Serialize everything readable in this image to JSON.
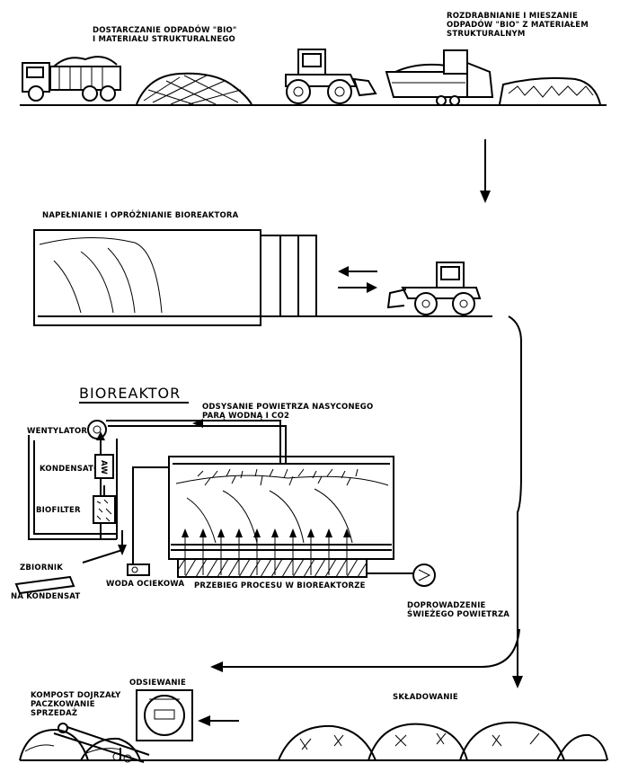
{
  "labels": {
    "delivery_l1": "DOSTARCZANIE ODPADÓW \"BIO\"",
    "delivery_l2": "I MATERIAŁU STRUKTURALNEGO",
    "shredding_l1": "ROZDRABNIANIE I MIESZANIE",
    "shredding_l2": "ODPADÓW \"BIO\" Z MATERIAŁEM",
    "shredding_l3": "STRUKTURALNYM",
    "filling": "NAPEŁNIANIE I OPRÓŻNIANIE BIOREAKTORA",
    "bioreactor_title": "BIOREAKTOR",
    "suction_l1": "ODSYSANIE POWIETRZA NASYCONEGO",
    "suction_l2": "PARĄ WODNĄ I CO2",
    "fan": "WENTYLATOR",
    "condenser": "KONDENSATOR",
    "biofilter": "BIOFILTER",
    "tank_l1": "ZBIORNIK",
    "tank_l2": "NA KONDENSAT",
    "leachate": "WODA OCIEKOWA",
    "process": "PRZEBIEG PROCESU W BIOREAKTORZE",
    "fresh_air_l1": "DOPROWADZENIE",
    "fresh_air_l2": "ŚWIEŻEGO POWIETRZA",
    "screening": "ODSIEWANIE",
    "compost_l1": "KOMPOST DOJRZAŁY",
    "compost_l2": "PACZKOWANIE",
    "compost_l3": "SPRZEDAŻ",
    "storage": "SKŁADOWANIE",
    "condenser_unit_mark": "AW"
  }
}
